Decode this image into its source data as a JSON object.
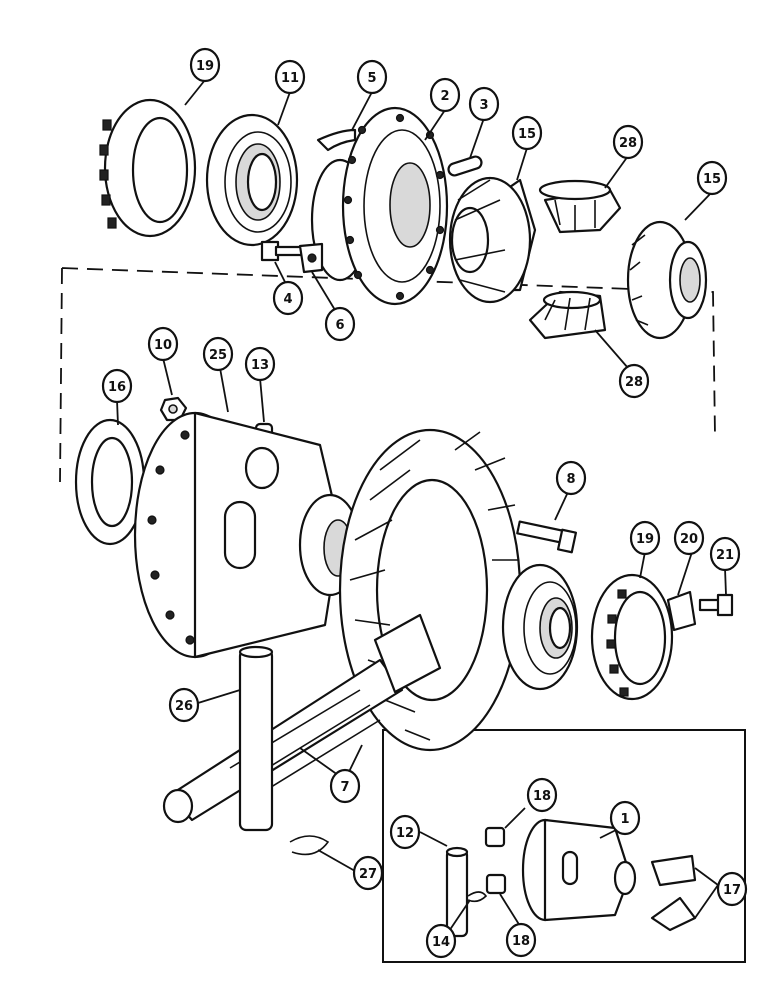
{
  "callouts": [
    {
      "id": "c19a",
      "label": "19"
    },
    {
      "id": "c11",
      "label": "11"
    },
    {
      "id": "c5",
      "label": "5"
    },
    {
      "id": "c2",
      "label": "2"
    },
    {
      "id": "c3",
      "label": "3"
    },
    {
      "id": "c15a",
      "label": "15"
    },
    {
      "id": "c28a",
      "label": "28"
    },
    {
      "id": "c15b",
      "label": "15"
    },
    {
      "id": "c4",
      "label": "4"
    },
    {
      "id": "c6",
      "label": "6"
    },
    {
      "id": "c28b",
      "label": "28"
    },
    {
      "id": "c10",
      "label": "10"
    },
    {
      "id": "c25",
      "label": "25"
    },
    {
      "id": "c13",
      "label": "13"
    },
    {
      "id": "c16",
      "label": "16"
    },
    {
      "id": "c8",
      "label": "8"
    },
    {
      "id": "c19b",
      "label": "19"
    },
    {
      "id": "c20",
      "label": "20"
    },
    {
      "id": "c21",
      "label": "21"
    },
    {
      "id": "c26",
      "label": "26"
    },
    {
      "id": "c7",
      "label": "7"
    },
    {
      "id": "c18a",
      "label": "18"
    },
    {
      "id": "c1",
      "label": "1"
    },
    {
      "id": "c12",
      "label": "12"
    },
    {
      "id": "c17",
      "label": "17"
    },
    {
      "id": "c27",
      "label": "27"
    },
    {
      "id": "c14",
      "label": "14"
    },
    {
      "id": "c18b",
      "label": "18"
    }
  ]
}
